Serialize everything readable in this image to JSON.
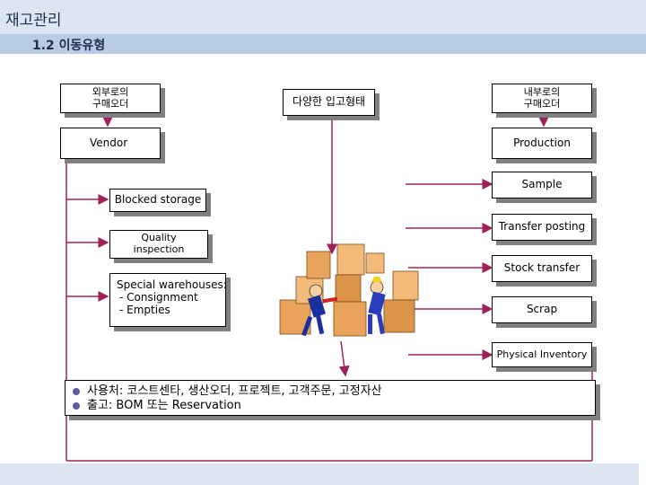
{
  "header": {
    "title": "재고관리",
    "section": "1.2 이동유형"
  },
  "boxes": {
    "external_po": [
      "외부로의",
      "구매오더"
    ],
    "various_receipt": "다양한 입고형태",
    "internal_po": [
      "내부로의",
      "구매오더"
    ],
    "vendor": "Vendor",
    "production": "Production",
    "sample": "Sample",
    "blocked_storage": "Blocked storage",
    "quality_inspection": [
      "Quality",
      "inspection"
    ],
    "transfer_posting": "Transfer posting",
    "stock_transfer": "Stock transfer",
    "special_warehouses": {
      "title": "Special warehouses:",
      "items": [
        "- Consignment",
        "- Empties"
      ]
    },
    "scrap": "Scrap",
    "physical_inventory": "Physical Inventory"
  },
  "notes": [
    "사용처: 코스트센타, 생산오더, 프로젝트, 고객주문, 고정자산",
    "출고: BOM 또는 Reservation"
  ],
  "illustration": {
    "icon": "warehouse-workers-boxes-illustration"
  },
  "colors": {
    "arrow": "#a0205a",
    "header": "#dce6f2",
    "section": "#b8cce4"
  }
}
